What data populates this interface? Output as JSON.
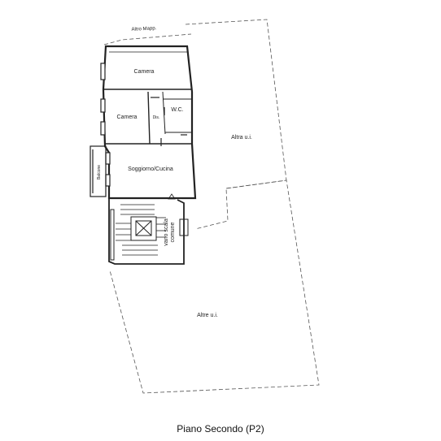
{
  "title": "Piano Secondo (P2)",
  "rooms": {
    "camera_top": "Camera",
    "camera_left": "Camera",
    "disimpegno": "Dis.",
    "wc": "W.C.",
    "soggiorno": "Soggiorno/Cucina",
    "balcone": "Balcone",
    "vano_scala_line1": "vano scala",
    "vano_scala_line2": "comune"
  },
  "neighbors": {
    "altro_mapp": "Altro Mapp.",
    "altra_ui": "Altra u.i.",
    "altre_ui": "Altre u.i."
  }
}
